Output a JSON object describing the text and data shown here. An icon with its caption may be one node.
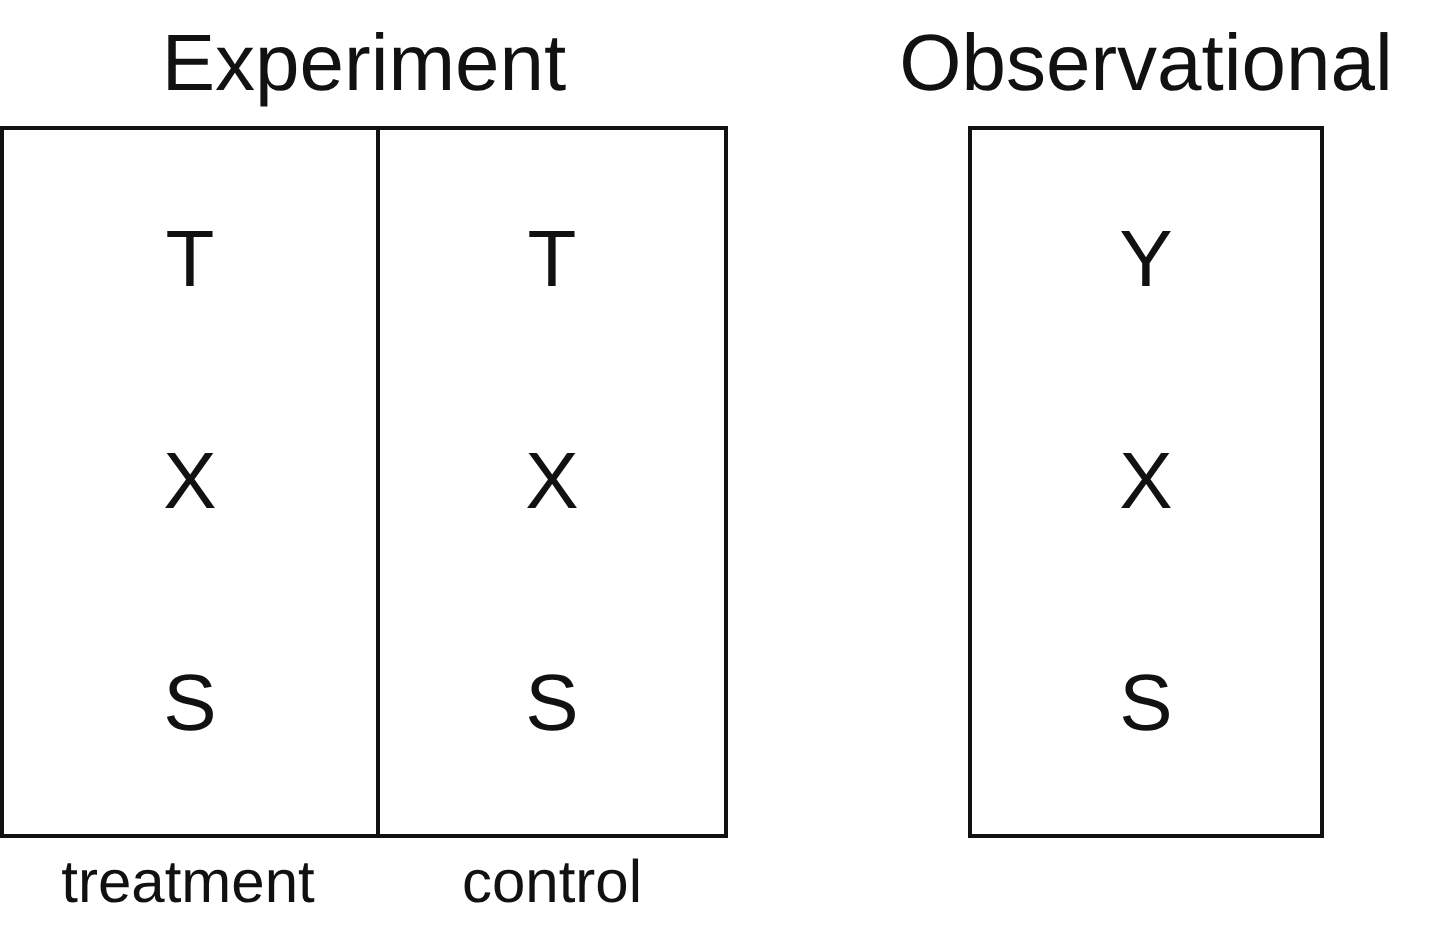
{
  "diagram": {
    "nodes": [
      {
        "text": [
          "Experiment"
        ]
      },
      {
        "text": [
          "T",
          "X",
          "S"
        ],
        "in": 0
      },
      {
        "text": [
          "T",
          "X",
          "S"
        ],
        "in": 0
      },
      {
        "text": [
          "Observational",
          "Y",
          "X",
          "S"
        ]
      }
    ],
    "labels": [
      "treatment",
      "control"
    ]
  }
}
